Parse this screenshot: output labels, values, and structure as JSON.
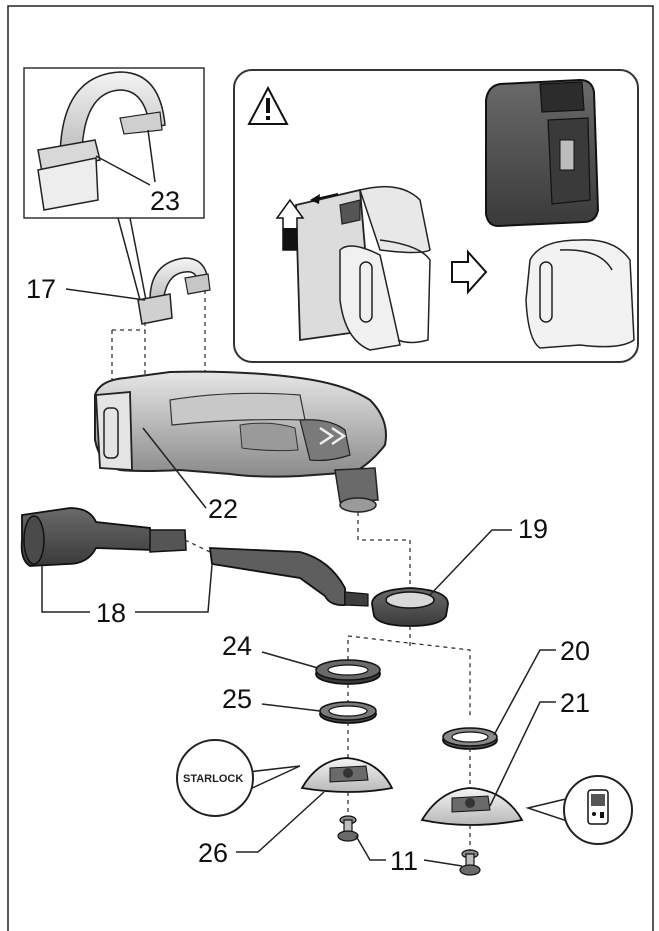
{
  "diagram": {
    "part_labels": {
      "p17": "17",
      "p18": "18",
      "p19": "19",
      "p20": "20",
      "p21": "21",
      "p22": "22",
      "p23": "23",
      "p24": "24",
      "p25": "25",
      "p26": "26",
      "p11": "11"
    },
    "starlock_badge": "STARLOCK",
    "icons": [
      "warning-icon",
      "arrow-up-icon",
      "arrow-right-icon",
      "blade-icon"
    ]
  }
}
